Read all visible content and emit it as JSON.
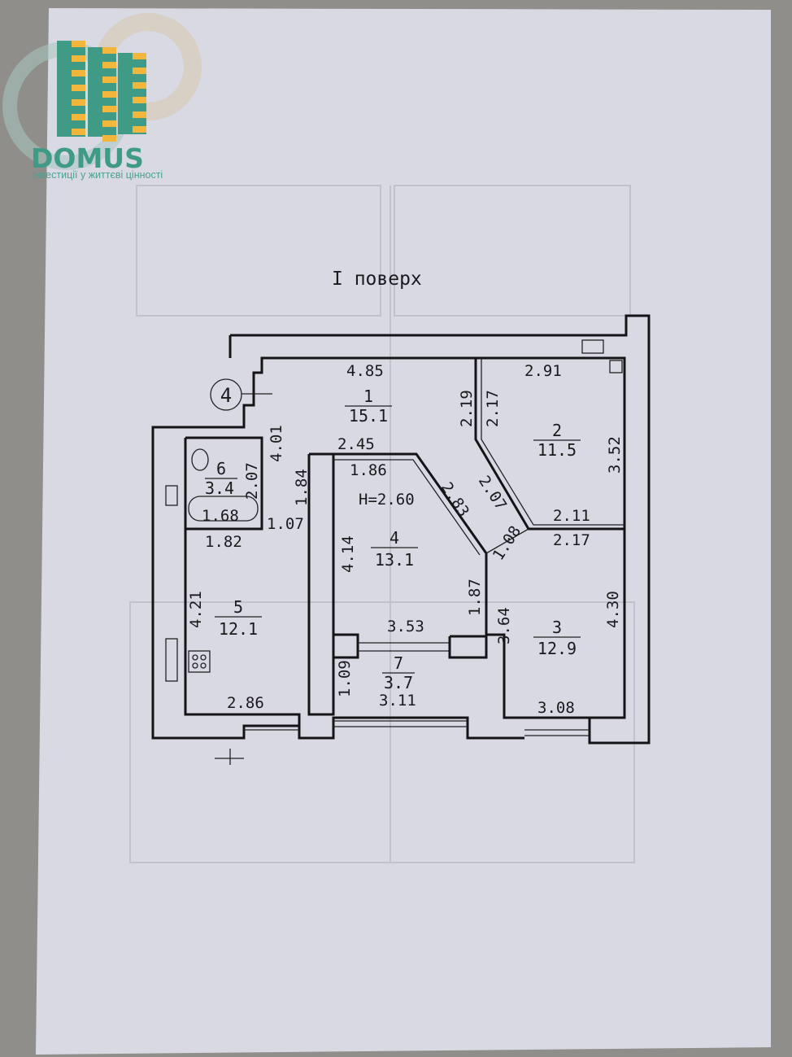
{
  "logo": {
    "name": "DOMUS",
    "tagline": "інвестиції у життєві цінності"
  },
  "title": "I поверх",
  "section_marker": "4",
  "ceiling_height": "H=2.60",
  "rooms": [
    {
      "number": "1",
      "area": "15.1"
    },
    {
      "number": "2",
      "area": "11.5"
    },
    {
      "number": "3",
      "area": "12.9"
    },
    {
      "number": "4",
      "area": "13.1"
    },
    {
      "number": "5",
      "area": "12.1"
    },
    {
      "number": "6",
      "area": "3.4"
    },
    {
      "number": "7",
      "area": "3.7"
    }
  ],
  "dimensions": [
    "4.85",
    "2.91",
    "2.19",
    "2.17",
    "3.52",
    "4.01",
    "2.45",
    "1.86",
    "2.83",
    "2.07",
    "1.08",
    "2.11",
    "2.17",
    "2.07",
    "1.84",
    "1.68",
    "1.07",
    "1.82",
    "4.14",
    "4.21",
    "1.87",
    "3.53",
    "3.64",
    "4.30",
    "1.09",
    "3.11",
    "2.86",
    "3.08"
  ],
  "colors": {
    "paper": "#d8d9e3",
    "background": "#8f8e8a",
    "logo_green": "#3f9a86",
    "logo_yellow": "#f2b63c"
  }
}
